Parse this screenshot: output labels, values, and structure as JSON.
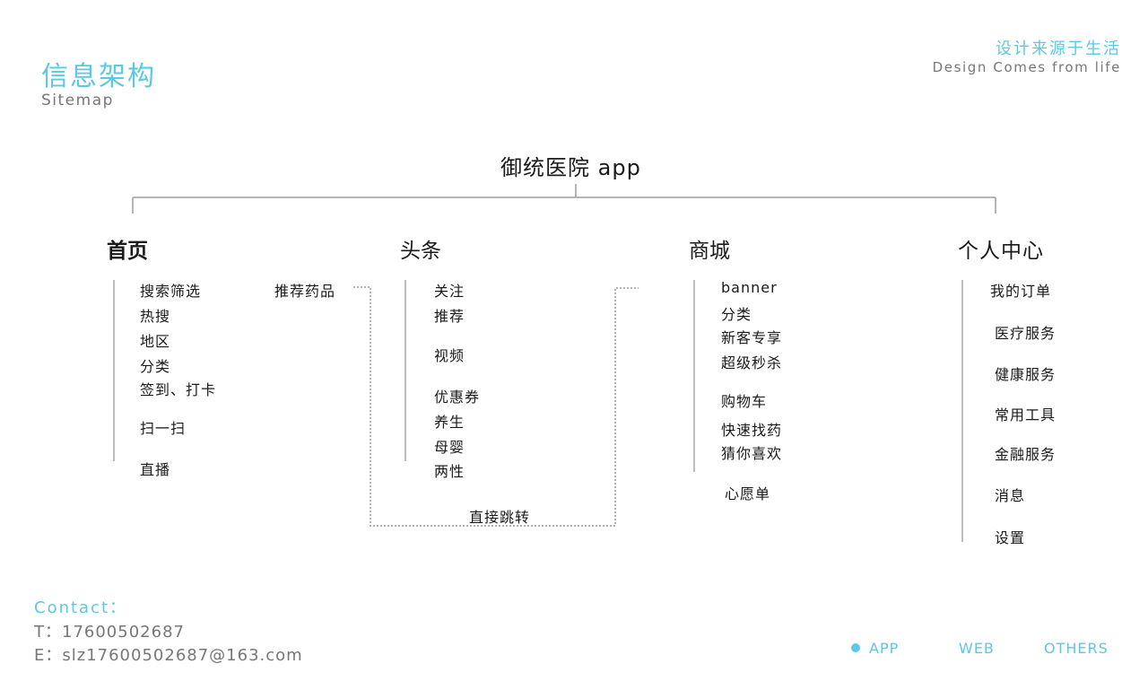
{
  "header": {
    "title_cn": "信息架构",
    "title_en": "Sitemap",
    "slogan_cn": "设计来源于生活",
    "slogan_en": "Design Comes from life"
  },
  "root": {
    "label": "御统医院 app"
  },
  "sections": {
    "home": {
      "title": "首页",
      "items": [
        "搜索筛选",
        "热搜",
        "地区",
        "分类",
        "签到、打卡",
        "扫一扫",
        "直播"
      ],
      "recommend": "推荐药品"
    },
    "news": {
      "title": "头条",
      "items": [
        "关注",
        "推荐",
        "视频",
        "优惠券",
        "养生",
        "母婴",
        "两性"
      ]
    },
    "mall": {
      "title": "商城",
      "items": [
        "banner",
        "分类",
        "新客专享",
        "超级秒杀",
        "购物车",
        "快速找药",
        "猜你喜欢",
        "心愿单"
      ]
    },
    "profile": {
      "title": "个人中心",
      "items": [
        "我的订单",
        "医疗服务",
        "健康服务",
        "常用工具",
        "金融服务",
        "消息",
        "设置"
      ]
    }
  },
  "connector": {
    "label": "直接跳转"
  },
  "contact": {
    "label": "Contact：",
    "phone": "T：17600502687",
    "email": "E：slz17600502687@163.com"
  },
  "nav": {
    "items": [
      "APP",
      "WEB",
      "OTHERS"
    ]
  },
  "colors": {
    "accent": "#5cc8e6",
    "line": "#bdbdbd",
    "text": "#1a1a1a",
    "muted": "#777777"
  }
}
